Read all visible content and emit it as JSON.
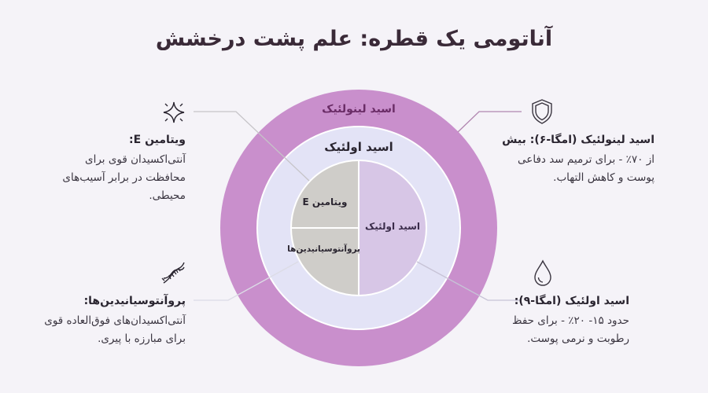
{
  "title": "آناتومی یک قطره: علم پشت درخشش",
  "colors": {
    "background": "#f5f3f8",
    "outer_ring": "#c98fcc",
    "middle_ring": "#e3e3f6",
    "core_left": "#cfcdc9",
    "core_right": "#d7c6e6",
    "title_text": "#3a2a38",
    "outer_label_text": "#6a2c66"
  },
  "rings": {
    "outer": {
      "label": "اسید لینولئیک"
    },
    "middle": {
      "label": "اسید اولئیک"
    },
    "core": {
      "right": {
        "label": "اسید اولئیک"
      },
      "top_left": {
        "label": "ویتامین E"
      },
      "bottom_left": {
        "label": "پروآنتوسیانیدین‌ها"
      }
    }
  },
  "callouts": {
    "linoleic": {
      "icon": "shield-icon",
      "heading": "اسید لینولئیک (امگا-۶): بیش",
      "lines": [
        "از ۷۰٪ - برای ترمیم سد دفاعی",
        "پوست و کاهش التهاب."
      ]
    },
    "oleic": {
      "icon": "droplet-icon",
      "heading": "اسید اولئیک (امگا-۹):",
      "lines": [
        "حدود ۱۵- ۲۰٪  - برای حفظ",
        "رطوبت و نرمی پوست."
      ]
    },
    "vitamin_e": {
      "icon": "sparkle-icon",
      "heading": "ویتامین E:",
      "lines": [
        "آنتی‌اکسیدان قوی برای",
        "محافظت در برابر آسیب‌های",
        "محیطی."
      ]
    },
    "proanthocyanidins": {
      "icon": "dna-icon",
      "heading": "پروآنتوسیانیدین‌ها:",
      "lines": [
        "آنتی‌اکسیدان‌های فوق‌العاده قوی",
        "برای مبارزه با پیری."
      ]
    }
  }
}
